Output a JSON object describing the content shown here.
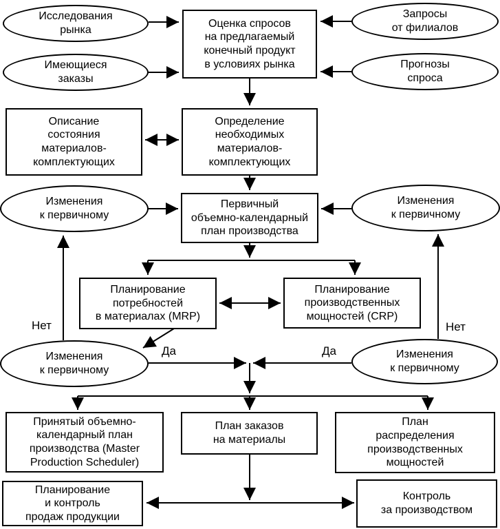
{
  "nodes": {
    "market_research": "Исследования\nрынка",
    "existing_orders": "Имеющиеся\nзаказы",
    "demand_assessment": "Оценка спросов\nна предлагаемый\nконечный продукт\nв условиях рынка",
    "branch_requests": "Запросы\nот филиалов",
    "demand_forecasts": "Прогнозы\nспроса",
    "materials_state": "Описание\nсостояния\nматериалов-\nкомплектующих",
    "materials_determination": "Определение\nнеобходимых\nматериалов-\nкомплектующих",
    "changes_left": "Изменения\nк первичному",
    "master_plan": "Первичный\nобъемно-календарный\nплан производства",
    "changes_right": "Изменения\nк первичному",
    "mrp": "Планирование\nпотребностей\nв материалах (MRP)",
    "crp": "Планирование\nпроизводственных\nмощностей (CRP)",
    "changes_bottom_left": "Изменения\nк первичному",
    "changes_bottom_right": "Изменения\nк первичному",
    "accepted_plan": "Принятый объемно-\nкалендарный план\nпроизводства (Master\nProduction Scheduler)",
    "materials_order_plan": "План заказов\nна материалы",
    "capacity_distribution_plan": "План\nраспределения\nпроизводственных\nмощностей",
    "sales_planning": "Планирование\nи контроль\nпродаж продукции",
    "production_control": "Контроль\nза производством"
  },
  "edge_labels": {
    "no_left": "Нет",
    "yes_left": "Да",
    "yes_right": "Да",
    "no_right": "Нет"
  },
  "colors": {
    "line": "#000000",
    "node_fill": "#ffffff",
    "background": "#ffffff",
    "text": "#000000"
  }
}
